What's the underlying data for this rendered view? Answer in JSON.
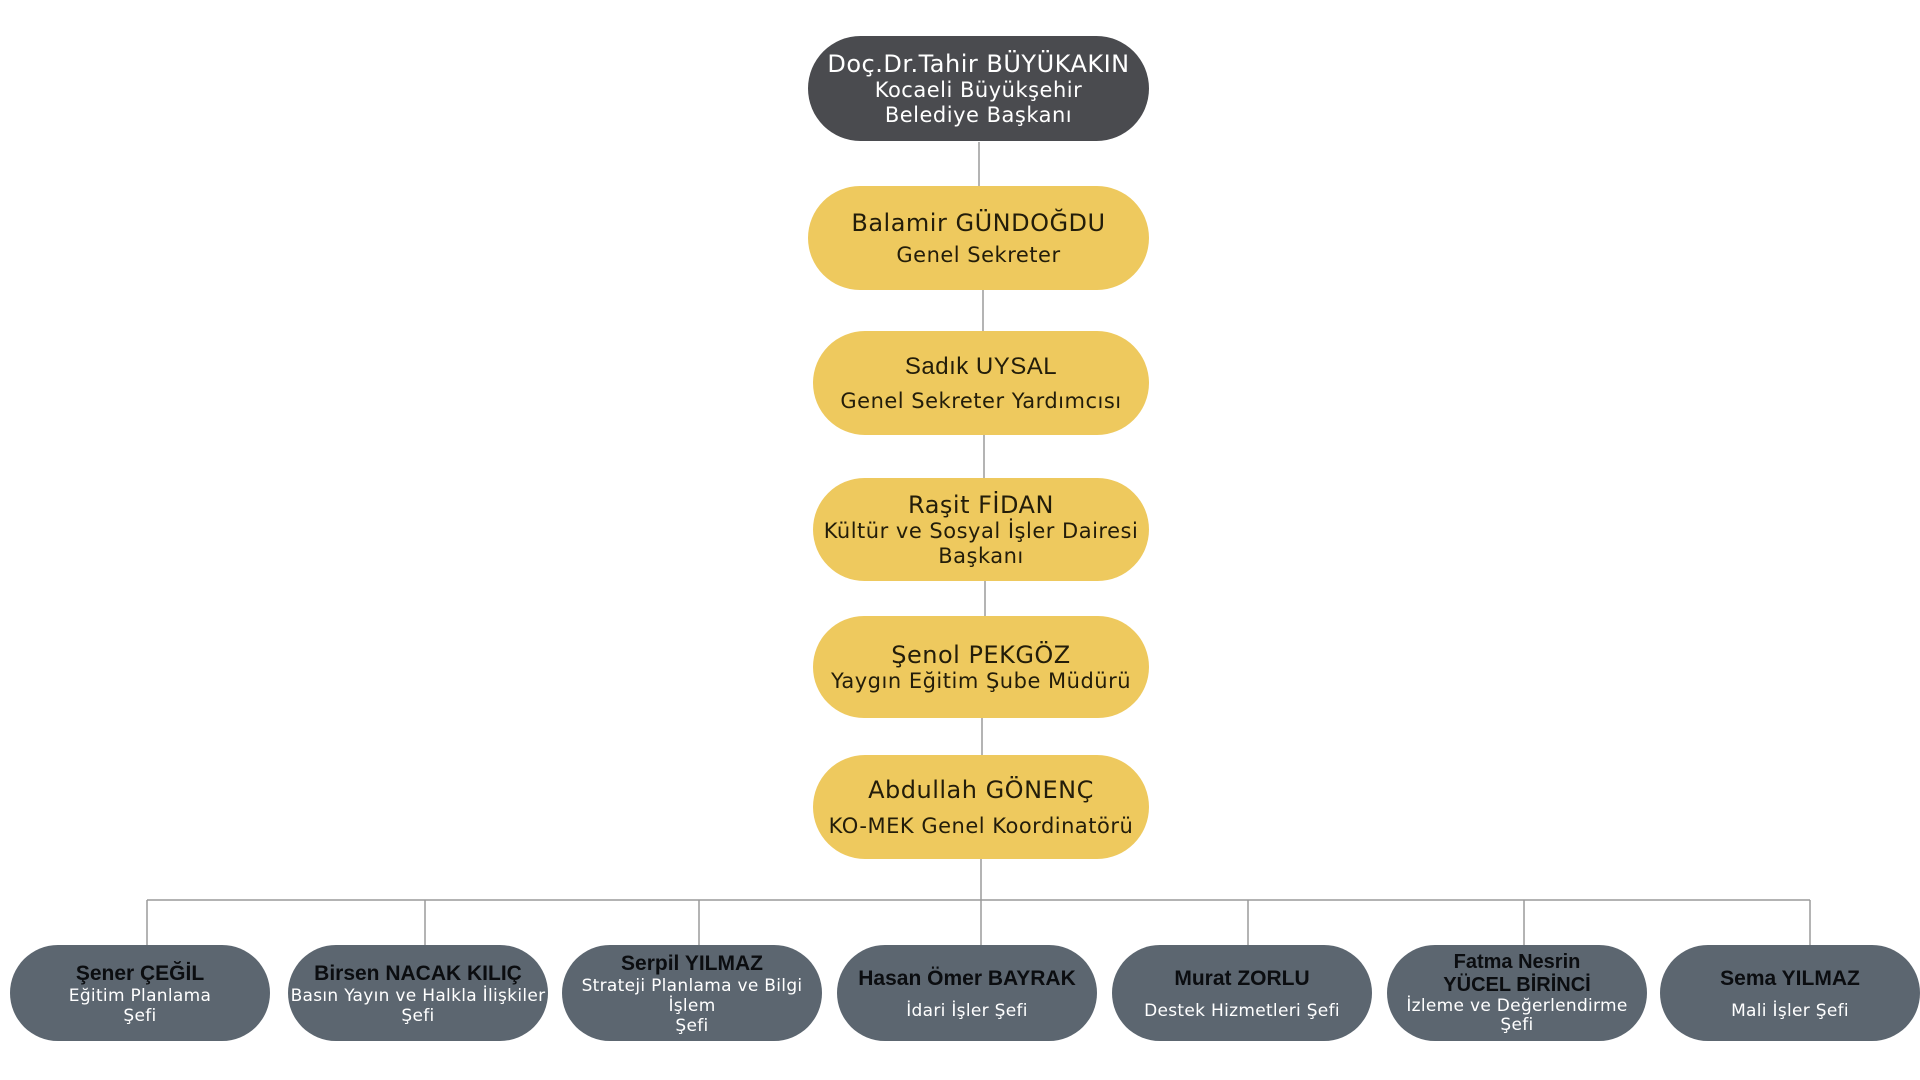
{
  "colors": {
    "mayor": "#4a4b4f",
    "hierarchy": "#eec95e",
    "chiefs": "#5c6670",
    "connector": "#9a9a9a"
  },
  "nodes": [
    {
      "name": "Doç.Dr.Tahir BÜYÜKAKIN",
      "role_lines": [
        "Kocaeli Büyükşehir",
        "Belediye Başkanı"
      ]
    },
    {
      "name": "Balamir GÜNDOĞDU",
      "role_lines": [
        "Genel Sekreter"
      ]
    },
    {
      "name": "Sadık UYSAL",
      "role_lines": [
        "Genel Sekreter Yardımcısı"
      ]
    },
    {
      "name": "Raşit FİDAN",
      "role_lines": [
        "Kültür ve Sosyal İşler Dairesi",
        "Başkanı"
      ]
    },
    {
      "name": "Şenol PEKGÖZ",
      "role_lines": [
        "Yaygın Eğitim Şube Müdürü"
      ]
    },
    {
      "name": "Abdullah GÖNENÇ",
      "role_lines": [
        "KO-MEK Genel Koordinatörü"
      ]
    }
  ],
  "chiefs": [
    {
      "name_lines": [
        "Şener ÇEĞİL"
      ],
      "role_lines": [
        "Eğitim Planlama",
        "Şefi"
      ]
    },
    {
      "name_lines": [
        "Birsen NACAK KILIÇ"
      ],
      "role_lines": [
        "Basın Yayın ve Halkla İlişkiler",
        "Şefi"
      ]
    },
    {
      "name_lines": [
        "Serpil YILMAZ"
      ],
      "role_lines": [
        "Strateji Planlama ve Bilgi İşlem",
        "Şefi"
      ]
    },
    {
      "name_lines": [
        "Hasan Ömer BAYRAK"
      ],
      "role_lines": [
        "İdari İşler Şefi"
      ]
    },
    {
      "name_lines": [
        "Murat ZORLU"
      ],
      "role_lines": [
        "Destek Hizmetleri Şefi"
      ]
    },
    {
      "name_lines": [
        "Fatma Nesrin",
        "YÜCEL BİRİNCİ"
      ],
      "role_lines": [
        "İzleme ve Değerlendirme",
        "Şefi"
      ]
    },
    {
      "name_lines": [
        "Sema YILMAZ"
      ],
      "role_lines": [
        "Mali İşler Şefi"
      ]
    }
  ]
}
